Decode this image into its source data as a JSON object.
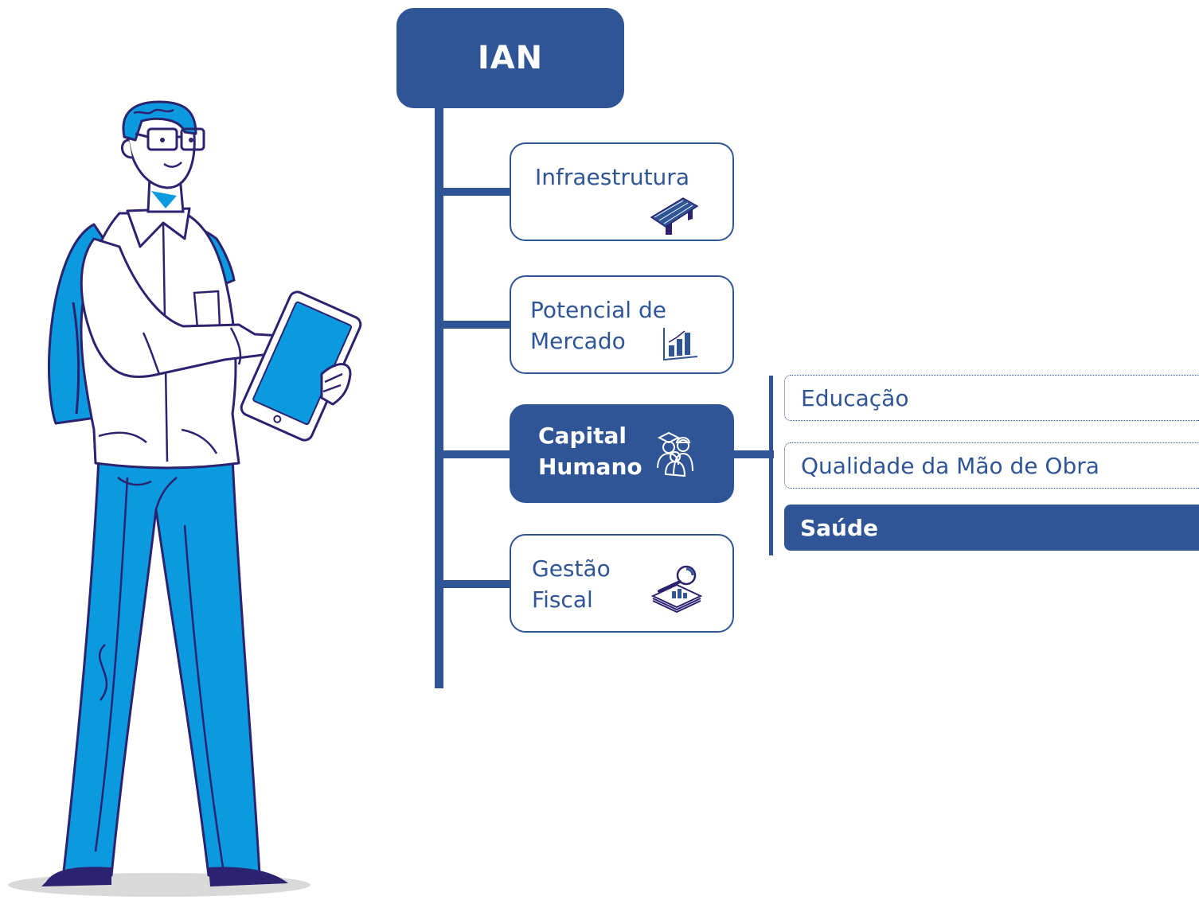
{
  "root": {
    "label": "IAN"
  },
  "categories": [
    {
      "label_lines": [
        "Infraestrutura"
      ],
      "icon": "bridge-icon",
      "active": false
    },
    {
      "label_lines": [
        "Potencial de",
        "Mercado"
      ],
      "icon": "bar-chart-icon",
      "active": false
    },
    {
      "label_lines": [
        "Capital",
        "Humano"
      ],
      "icon": "people-icon",
      "active": true
    },
    {
      "label_lines": [
        "Gestão",
        "Fiscal"
      ],
      "icon": "magnifier-documents-icon",
      "active": false
    }
  ],
  "subitems": [
    {
      "label": "Educação",
      "active": false
    },
    {
      "label": "Qualidade da Mão de Obra",
      "active": false
    },
    {
      "label": "Saúde",
      "active": true
    }
  ],
  "colors": {
    "primary": "#2f5597",
    "illustration_blue": "#0b9ae0",
    "outline": "#2b2370",
    "shadow": "#d9d9d9"
  }
}
